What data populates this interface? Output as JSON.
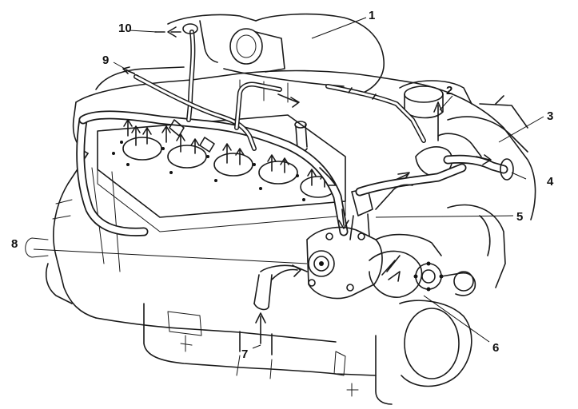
{
  "callouts": [
    {
      "label": "1"
    },
    {
      "label": "2"
    },
    {
      "label": "3"
    },
    {
      "label": "4"
    },
    {
      "label": "5"
    },
    {
      "label": "6"
    },
    {
      "label": "7"
    },
    {
      "label": "8"
    },
    {
      "label": "9"
    },
    {
      "label": "10"
    }
  ],
  "colors": {
    "ink": "#1a1a1a",
    "paper": "#ffffff"
  }
}
